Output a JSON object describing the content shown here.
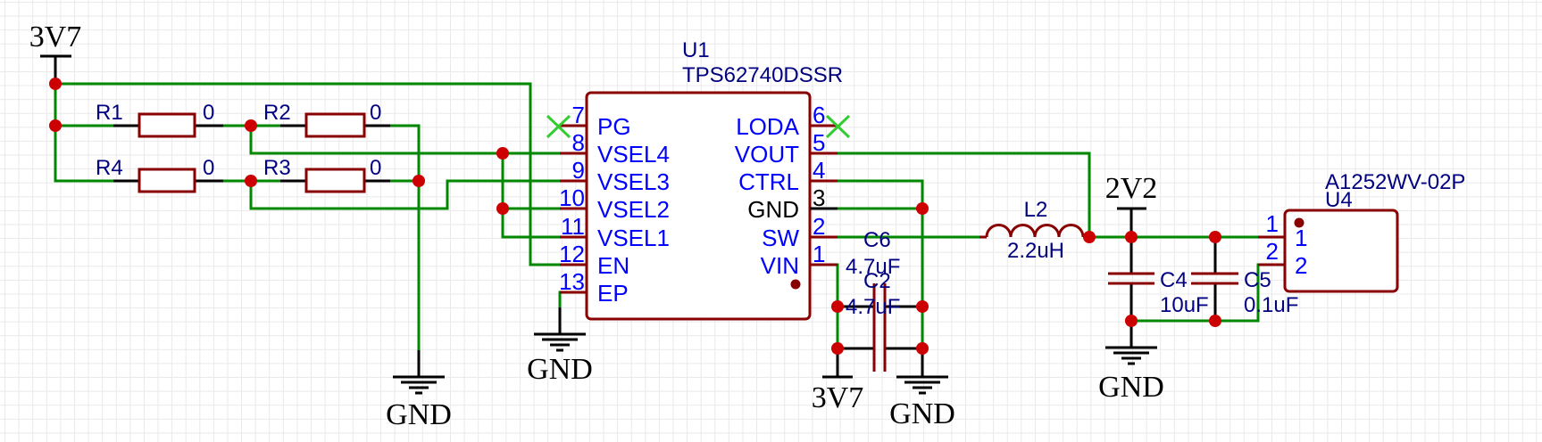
{
  "schematic": {
    "power_ports": {
      "p3v7_top": "3V7",
      "p3v7_bottom": "3V7",
      "p2v2": "2V2"
    },
    "ground_ports": {
      "gnd_r": "GND",
      "gnd_ep": "GND",
      "gnd_caps": "GND",
      "gnd_out": "GND"
    },
    "resistors": [
      {
        "ref": "R1",
        "value": "0"
      },
      {
        "ref": "R2",
        "value": "0"
      },
      {
        "ref": "R4",
        "value": "0"
      },
      {
        "ref": "R3",
        "value": "0"
      }
    ],
    "u1": {
      "ref": "U1",
      "part": "TPS62740DSSR",
      "left_pins": [
        {
          "num": "7",
          "name": "PG"
        },
        {
          "num": "8",
          "name": "VSEL4"
        },
        {
          "num": "9",
          "name": "VSEL3"
        },
        {
          "num": "10",
          "name": "VSEL2"
        },
        {
          "num": "11",
          "name": "VSEL1"
        },
        {
          "num": "12",
          "name": "EN"
        },
        {
          "num": "13",
          "name": "EP"
        }
      ],
      "right_pins": [
        {
          "num": "6",
          "name": "LODA"
        },
        {
          "num": "5",
          "name": "VOUT"
        },
        {
          "num": "4",
          "name": "CTRL"
        },
        {
          "num": "3",
          "name": "GND"
        },
        {
          "num": "2",
          "name": "SW"
        },
        {
          "num": "1",
          "name": "VIN"
        }
      ]
    },
    "capacitors": {
      "c6": {
        "ref": "C6",
        "value": "4.7uF"
      },
      "c2": {
        "ref": "C2",
        "value": "4.7uF"
      },
      "c4": {
        "ref": "C4",
        "value": "10uF"
      },
      "c5": {
        "ref": "C5",
        "value": "0.1uF"
      }
    },
    "inductor": {
      "ref": "L2",
      "value": "2.2uH"
    },
    "u4": {
      "ref": "U4",
      "part": "A1252WV-02P",
      "pins": [
        {
          "num": "1",
          "name": "1"
        },
        {
          "num": "2",
          "name": "2"
        }
      ]
    },
    "colors": {
      "wire": "#008800",
      "symbol": "#880000",
      "junction": "#cc0000",
      "no_connect": "#33cc33",
      "ref_text": "#000080",
      "pin_text": "#0000ff"
    }
  }
}
